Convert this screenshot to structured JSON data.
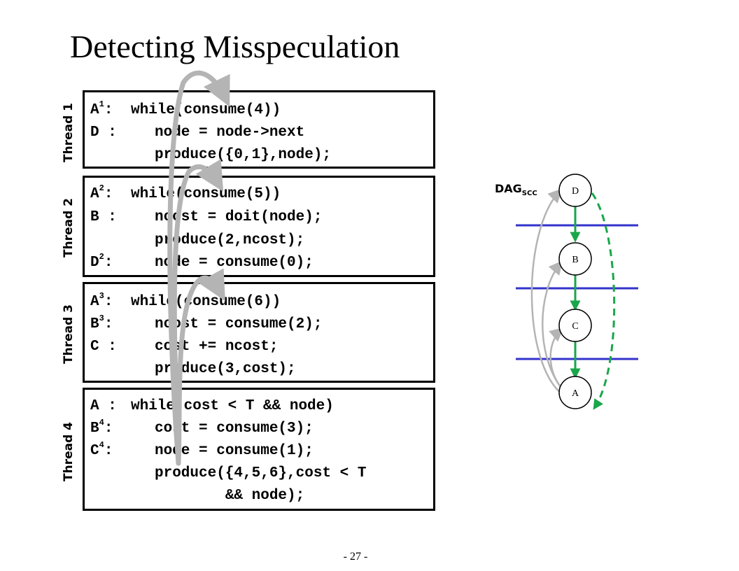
{
  "title": "Detecting Misspeculation",
  "threads": [
    {
      "label": "Thread 1",
      "lines": [
        {
          "prefix": "A",
          "sup": "1",
          "sep": ":",
          "code": "while(consume(4))",
          "indent": false
        },
        {
          "prefix": "D",
          "sup": "",
          "sep": " :",
          "code": "node = node->next",
          "indent": true
        },
        {
          "prefix": "",
          "sup": "",
          "sep": "",
          "code": "produce({0,1},node);",
          "indent": true
        }
      ]
    },
    {
      "label": "Thread 2",
      "lines": [
        {
          "prefix": "A",
          "sup": "2",
          "sep": ":",
          "code": "while(consume(5))",
          "indent": false
        },
        {
          "prefix": "B",
          "sup": "",
          "sep": " :",
          "code": "ncost = doit(node);",
          "indent": true
        },
        {
          "prefix": "",
          "sup": "",
          "sep": "",
          "code": "produce(2,ncost);",
          "indent": true
        },
        {
          "prefix": "D",
          "sup": "2",
          "sep": ":",
          "code": "node = consume(0);",
          "indent": true
        }
      ]
    },
    {
      "label": "Thread 3",
      "lines": [
        {
          "prefix": "A",
          "sup": "3",
          "sep": ":",
          "code": "while(consume(6))",
          "indent": false
        },
        {
          "prefix": "B",
          "sup": "3",
          "sep": ":",
          "code": "ncost = consume(2);",
          "indent": true
        },
        {
          "prefix": "C",
          "sup": "",
          "sep": " :",
          "code": "cost += ncost;",
          "indent": true
        },
        {
          "prefix": "",
          "sup": "",
          "sep": "",
          "code": "produce(3,cost);",
          "indent": true
        }
      ]
    },
    {
      "label": "Thread 4",
      "lines": [
        {
          "prefix": "A",
          "sup": "",
          "sep": " :",
          "code": "while(cost < T && node)",
          "indent": false
        },
        {
          "prefix": "B",
          "sup": "4",
          "sep": ":",
          "code": "cost = consume(3);",
          "indent": true
        },
        {
          "prefix": "C",
          "sup": "4",
          "sep": ":",
          "code": "node = consume(1);",
          "indent": true
        },
        {
          "prefix": "",
          "sup": "",
          "sep": "",
          "code": "produce({4,5,6},cost < T",
          "indent": true
        },
        {
          "prefix": "",
          "sup": "",
          "sep": "",
          "code": "        && node);",
          "indent": true
        }
      ]
    }
  ],
  "dag": {
    "title": "DAG",
    "subscript": "SCC",
    "nodes": [
      "D",
      "B",
      "C",
      "A"
    ],
    "colors": {
      "partition_line": "#3333cc",
      "forward_edge": "#1aa64a",
      "back_edge": "#b4b4b4",
      "comm_arrow": "#b4b4b4"
    }
  },
  "page_number": "- 27 -"
}
